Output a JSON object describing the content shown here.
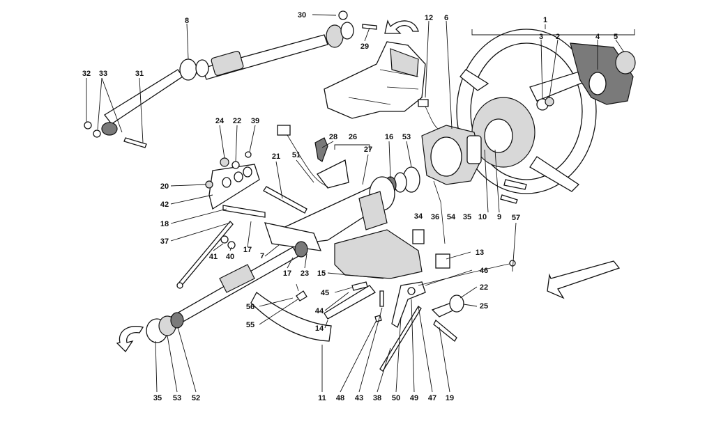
{
  "diagram": {
    "labels": [
      {
        "id": "l1",
        "text": "1"
      },
      {
        "id": "l2",
        "text": "2"
      },
      {
        "id": "l3",
        "text": "3"
      },
      {
        "id": "l4",
        "text": "4"
      },
      {
        "id": "l5",
        "text": "5"
      },
      {
        "id": "l6",
        "text": "6"
      },
      {
        "id": "l7",
        "text": "7"
      },
      {
        "id": "l8",
        "text": "8"
      },
      {
        "id": "l9",
        "text": "9"
      },
      {
        "id": "l10",
        "text": "10"
      },
      {
        "id": "l11",
        "text": "11"
      },
      {
        "id": "l12",
        "text": "12"
      },
      {
        "id": "l13",
        "text": "13"
      },
      {
        "id": "l14",
        "text": "14"
      },
      {
        "id": "l15",
        "text": "15"
      },
      {
        "id": "l16",
        "text": "16"
      },
      {
        "id": "l17a",
        "text": "17"
      },
      {
        "id": "l17b",
        "text": "17"
      },
      {
        "id": "l18",
        "text": "18"
      },
      {
        "id": "l19",
        "text": "19"
      },
      {
        "id": "l20",
        "text": "20"
      },
      {
        "id": "l21",
        "text": "21"
      },
      {
        "id": "l22a",
        "text": "22"
      },
      {
        "id": "l22b",
        "text": "22"
      },
      {
        "id": "l23",
        "text": "23"
      },
      {
        "id": "l24",
        "text": "24"
      },
      {
        "id": "l25",
        "text": "25"
      },
      {
        "id": "l26",
        "text": "26"
      },
      {
        "id": "l27",
        "text": "27"
      },
      {
        "id": "l28",
        "text": "28"
      },
      {
        "id": "l29",
        "text": "29"
      },
      {
        "id": "l30",
        "text": "30"
      },
      {
        "id": "l31",
        "text": "31"
      },
      {
        "id": "l32",
        "text": "32"
      },
      {
        "id": "l33",
        "text": "33"
      },
      {
        "id": "l34",
        "text": "34"
      },
      {
        "id": "l35a",
        "text": "35"
      },
      {
        "id": "l35b",
        "text": "35"
      },
      {
        "id": "l36",
        "text": "36"
      },
      {
        "id": "l37",
        "text": "37"
      },
      {
        "id": "l38",
        "text": "38"
      },
      {
        "id": "l39",
        "text": "39"
      },
      {
        "id": "l40",
        "text": "40"
      },
      {
        "id": "l41",
        "text": "41"
      },
      {
        "id": "l42",
        "text": "42"
      },
      {
        "id": "l43",
        "text": "43"
      },
      {
        "id": "l44",
        "text": "44"
      },
      {
        "id": "l45",
        "text": "45"
      },
      {
        "id": "l46",
        "text": "46"
      },
      {
        "id": "l47",
        "text": "47"
      },
      {
        "id": "l48",
        "text": "48"
      },
      {
        "id": "l49",
        "text": "49"
      },
      {
        "id": "l50",
        "text": "50"
      },
      {
        "id": "l51",
        "text": "51"
      },
      {
        "id": "l52",
        "text": "52"
      },
      {
        "id": "l53a",
        "text": "53"
      },
      {
        "id": "l53b",
        "text": "53"
      },
      {
        "id": "l54",
        "text": "54"
      },
      {
        "id": "l55",
        "text": "55"
      },
      {
        "id": "l56",
        "text": "56"
      },
      {
        "id": "l57",
        "text": "57"
      }
    ]
  }
}
